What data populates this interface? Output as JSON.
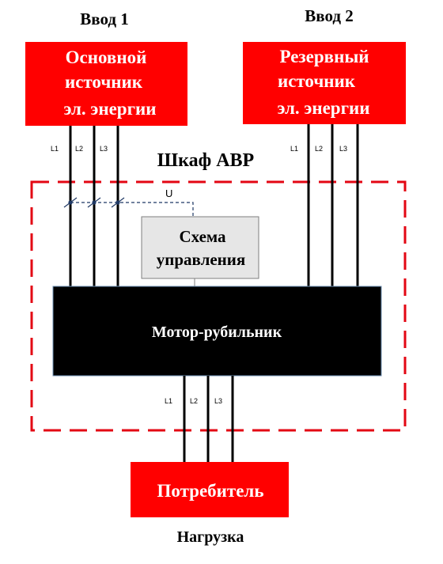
{
  "inputs": {
    "input1_label": "Ввод 1",
    "input2_label": "Ввод 2"
  },
  "main_source": {
    "line1": "Основной",
    "line2": "источник",
    "line3": "эл. энергии"
  },
  "reserve_source": {
    "line1": "Резервный",
    "line2": "источник",
    "line3": "эл. энергии"
  },
  "cabinet": {
    "title": "Шкаф АВР"
  },
  "control": {
    "line1": "Схема",
    "line2": "управления",
    "voltage_label": "U"
  },
  "motor_switch": {
    "label": "Мотор-рубильник"
  },
  "phases": {
    "l1": "L1",
    "l2": "L2",
    "l3": "L3"
  },
  "consumer": {
    "label": "Потребитель",
    "caption": "Нагрузка"
  },
  "colors": {
    "source_fill": "#ff0000",
    "cabinet_border": "#e30613",
    "control_fill": "#e6e6e6",
    "motor_fill": "#000000",
    "sense_line": "#1f3864"
  }
}
